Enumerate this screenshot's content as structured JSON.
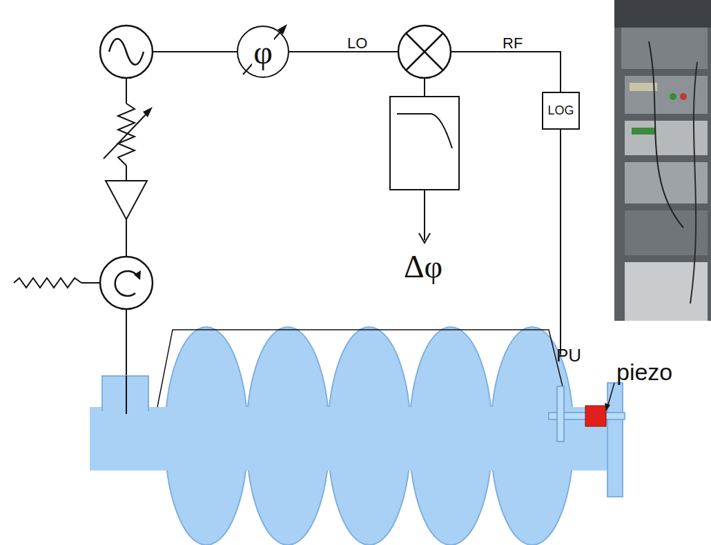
{
  "diagram": {
    "nodes": [
      {
        "text": [
          "φ"
        ]
      },
      {
        "text": [
          "LOG"
        ]
      }
    ],
    "labels": [
      "LO",
      "RF",
      "Δφ",
      "PU",
      "piezo"
    ]
  }
}
